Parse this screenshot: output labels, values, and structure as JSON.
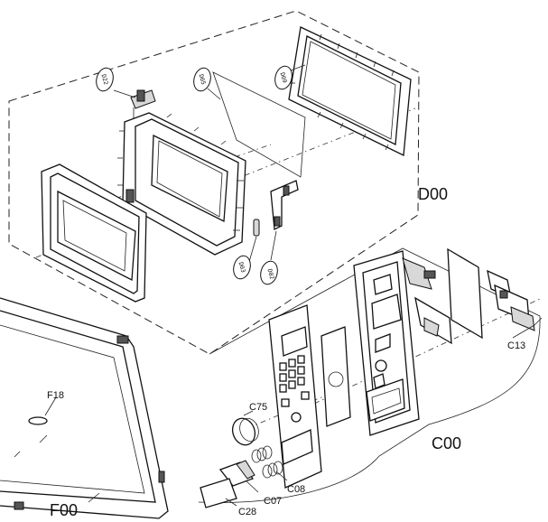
{
  "labels": {
    "d00": "D00",
    "c00": "C00",
    "f00": "F00",
    "c13": "C13",
    "c75": "C75",
    "c08": "C08",
    "c07": "C07",
    "c28": "C28",
    "f18": "F18"
  },
  "callouts": {
    "d22": "D22",
    "d05": "D05",
    "d09": "D09",
    "d03": "D03",
    "d02": "D02"
  }
}
